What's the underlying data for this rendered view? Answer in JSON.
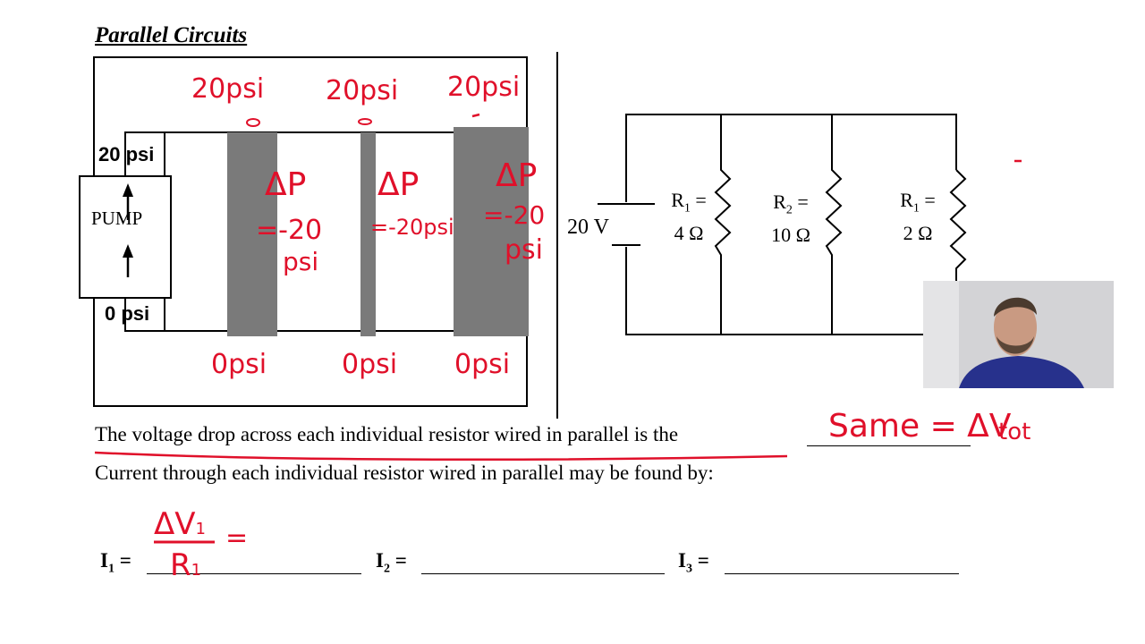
{
  "title": "Parallel Circuits",
  "water_analogy": {
    "top_pressure": "20 psi",
    "bottom_pressure": "0 psi",
    "pump_label": "PUMP"
  },
  "circuit": {
    "battery_label": "20 V",
    "resistors": [
      {
        "name_main": "R",
        "subscript": "1",
        "eq": " =",
        "value": "4 Ω"
      },
      {
        "name_main": "R",
        "subscript": "2",
        "eq": " =",
        "value": "10 Ω"
      },
      {
        "name_main": "R",
        "subscript": "1",
        "eq": " =",
        "value": "2 Ω"
      }
    ]
  },
  "statement": {
    "voltage_sentence": "The voltage drop across each individual resistor wired in parallel is  the",
    "current_sentence": "Current through each individual resistor  wired in parallel may be found by:"
  },
  "currents": [
    {
      "main": "I",
      "sub": "1",
      "eq": " ="
    },
    {
      "main": "I",
      "sub": "2",
      "eq": " ="
    },
    {
      "main": "I",
      "sub": "3",
      "eq": " ="
    }
  ],
  "handwriting": {
    "top_psi": [
      "20psi",
      "20psi",
      "20psi"
    ],
    "bottom_psi": [
      "0psi",
      "0psi",
      "0psi"
    ],
    "delta_p": [
      "ΔP",
      "ΔP",
      "ΔP"
    ],
    "delta_values": [
      "=-20",
      "=-20psi",
      "=-20"
    ],
    "psi_units": [
      "psi",
      "psi"
    ],
    "same_answer": "Same = ΔV",
    "same_sub": "tot",
    "i1_numerator": "ΔV",
    "i1_num_sub": "1",
    "i1_denominator": "R",
    "i1_den_sub": "1",
    "i1_equals": "="
  },
  "colors": {
    "ink_red": "#e0102a",
    "pipe_gray": "#7a7a7a"
  }
}
